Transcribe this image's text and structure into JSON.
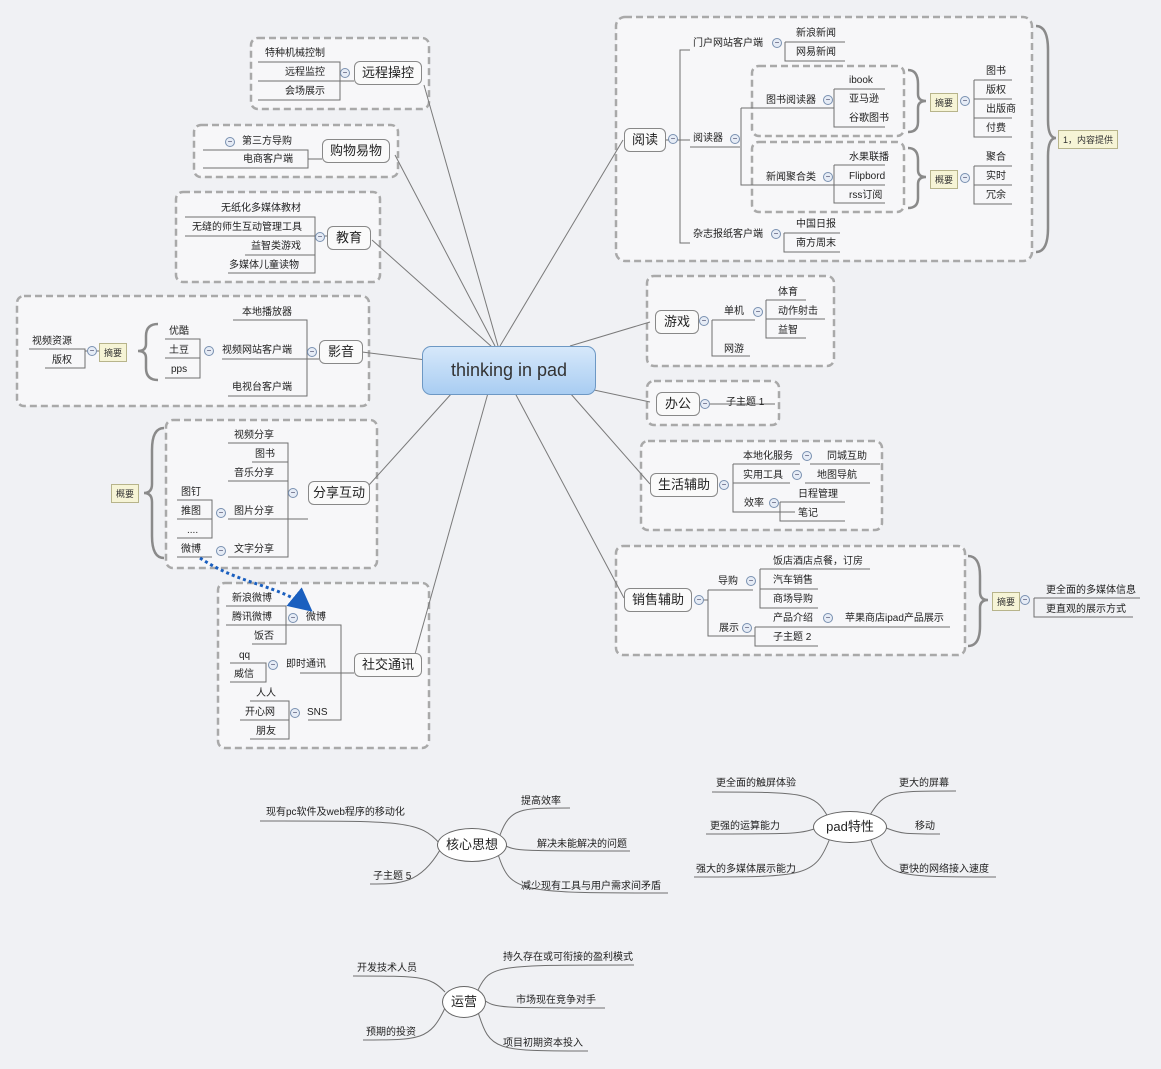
{
  "root": "thinking in pad",
  "main_topics": {
    "remote": "远程操控",
    "shopping": "购物易物",
    "education": "教育",
    "media": "影音",
    "share": "分享互动",
    "social": "社交通讯",
    "reading": "阅读",
    "game": "游戏",
    "office": "办公",
    "life": "生活辅助",
    "sales": "销售辅助"
  },
  "remote": [
    "特种机械控制",
    "远程监控",
    "会场展示"
  ],
  "shopping": [
    "第三方导购",
    "电商客户端"
  ],
  "education": [
    "无纸化多媒体教材",
    "无缝的师生互动管理工具",
    "益智类游戏",
    "多媒体儿童读物"
  ],
  "media": {
    "local": "本地播放器",
    "video_site": "视频网站客户端",
    "tv": "电视台客户端",
    "sites": [
      "优酷",
      "土豆",
      "pps"
    ],
    "summary": "摘要",
    "summary_items": [
      "视频资源",
      "版权"
    ]
  },
  "share": {
    "video": "视频分享",
    "book": "图书",
    "music": "音乐分享",
    "photo": "图片分享",
    "text": "文字分享",
    "photo_items": [
      "图钉",
      "推图",
      "...."
    ],
    "text_items": [
      "微博"
    ],
    "summary": "概要"
  },
  "social": {
    "weibo": "微博",
    "weibo_items": [
      "新浪微博",
      "腾讯微博",
      "饭否"
    ],
    "im": "即时通讯",
    "im_items": [
      "qq",
      "威信"
    ],
    "sns": "SNS",
    "sns_items": [
      "人人",
      "开心网",
      "朋友"
    ]
  },
  "reading": {
    "portal": "门户网站客户端",
    "portal_items": [
      "新浪新闻",
      "网易新闻"
    ],
    "reader": "阅读器",
    "book_reader": "图书阅读器",
    "book_items": [
      "ibook",
      "亚马逊",
      "谷歌图书"
    ],
    "summary1": "摘要",
    "summary1_items": [
      "图书",
      "版权",
      "出版商",
      "付费"
    ],
    "news_agg": "新闻聚合类",
    "news_items": [
      "水果联播",
      "Flipbord",
      "rss订阅"
    ],
    "summary2": "概要",
    "summary2_items": [
      "聚合",
      "实时",
      "冗余"
    ],
    "magazine": "杂志报纸客户端",
    "magazine_items": [
      "中国日报",
      "南方周末"
    ],
    "outer_summary": "1，内容提供"
  },
  "game": {
    "single": "单机",
    "single_items": [
      "体育",
      "动作射击",
      "益智"
    ],
    "online": "网游"
  },
  "office": [
    "子主题 1"
  ],
  "life": {
    "local": "本地化服务",
    "local_items": [
      "同城互助"
    ],
    "tools": "实用工具",
    "tools_items": [
      "地图导航"
    ],
    "efficiency": "效率",
    "efficiency_items": [
      "日程管理",
      "笔记"
    ]
  },
  "sales": {
    "guide": "导购",
    "guide_items": [
      "饭店酒店点餐，订房",
      "汽车销售",
      "商场导购"
    ],
    "show": "展示",
    "product": "产品介绍",
    "product_items": [
      "苹果商店ipad产品展示"
    ],
    "sub": "子主题 2",
    "summary": "摘要",
    "summary_items": [
      "更全面的多媒体信息",
      "更直观的展示方式"
    ]
  },
  "core": {
    "title": "核心思想",
    "left": [
      "现有pc软件及web程序的移动化",
      "子主题 5"
    ],
    "right": [
      "提高效率",
      "解决未能解决的问题",
      "减少现有工具与用户需求间矛盾"
    ]
  },
  "pad": {
    "title": "pad特性",
    "left": [
      "更全面的触屏体验",
      "更强的运算能力",
      "强大的多媒体展示能力"
    ],
    "right": [
      "更大的屏幕",
      "移动",
      "更快的网络接入速度"
    ]
  },
  "ops": {
    "title": "运营",
    "left": [
      "开发技术人员",
      "预期的投资"
    ],
    "right": [
      "持久存在或可衔接的盈利模式",
      "市场现在竞争对手",
      "项目初期资本投入"
    ]
  },
  "colors": {
    "root_top": "#d6e8fa",
    "root_bottom": "#a9cdf2",
    "dashed_box": "#a9a9a9",
    "relation": "#1a5fbf"
  }
}
